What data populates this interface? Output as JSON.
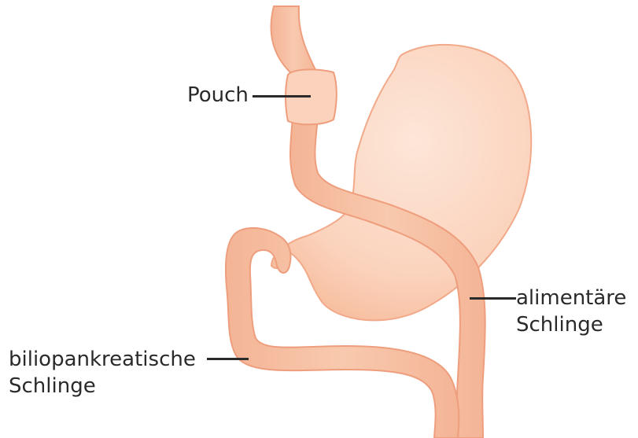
{
  "labels": {
    "pouch": "Pouch",
    "alimentary_loop": {
      "line1": "alimentäre",
      "line2": "Schlinge"
    },
    "biliopancreatic_loop": {
      "line1": "biliopankreatische",
      "line2": "Schlinge"
    }
  },
  "colors": {
    "organ_fill": "#FBD5C0",
    "organ_stroke": "#F2A98A",
    "tube_fill": "#F6C2A5",
    "tube_stroke": "#EE9E7D",
    "text": "#2a2a2a"
  }
}
